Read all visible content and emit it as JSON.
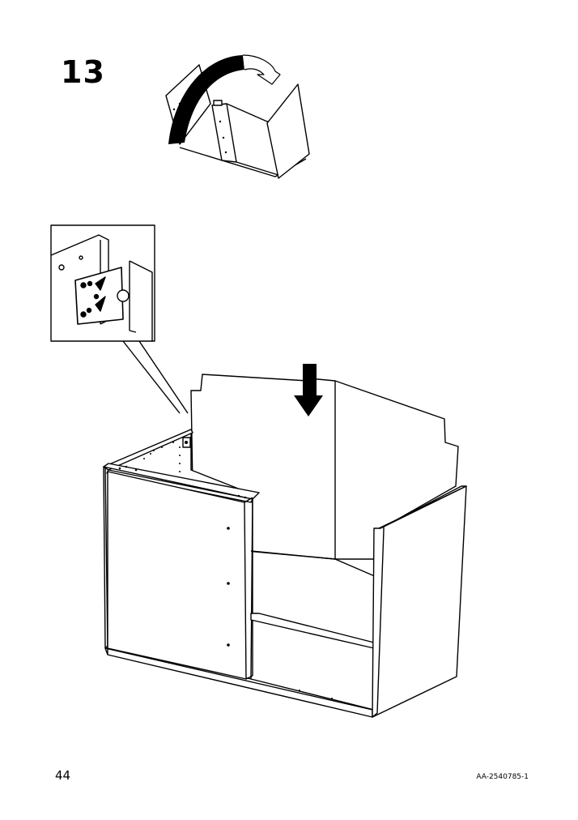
{
  "step": {
    "number": "13"
  },
  "footer": {
    "page_number": "44",
    "doc_code": "AA-2540785-1"
  },
  "icons": [
    "rotate-arrow-icon",
    "down-arrow-icon"
  ]
}
